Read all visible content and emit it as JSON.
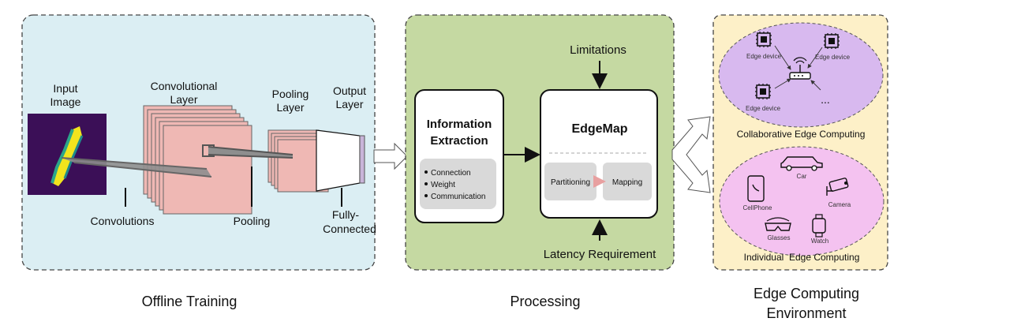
{
  "panels": {
    "offline": {
      "caption": "Offline Training",
      "input_label_1": "Input",
      "input_label_2": "Image",
      "conv_layer_1": "Convolutional",
      "conv_layer_2": "Layer",
      "pool_layer_1": "Pooling",
      "pool_layer_2": "Layer",
      "output_layer_1": "Output",
      "output_layer_2": "Layer",
      "convolutions": "Convolutions",
      "pooling": "Pooling",
      "fully_1": "Fully-",
      "fully_2": "Connected"
    },
    "processing": {
      "caption": "Processing",
      "limitations": "Limitations",
      "latency": "Latency Requirement",
      "info_title_1": "Information",
      "info_title_2": "Extraction",
      "info_items": [
        "Connection",
        "Weight",
        "Communication"
      ],
      "edgemap_title": "EdgeMap",
      "partitioning": "Partitioning",
      "mapping": "Mapping"
    },
    "edge": {
      "caption_1": "Edge Computing",
      "caption_2": "Environment",
      "collab_label": "Collaborative Edge Computing",
      "device_label": "Edge device",
      "ellipsis": "...",
      "individual_label": "Individual  Edge Computing",
      "car": "Car",
      "cellphone": "CellPhone",
      "camera": "Camera",
      "glasses": "Glasses",
      "watch": "Watch"
    }
  },
  "colors": {
    "offline_bg": "#dbeef3",
    "processing_bg": "#c5d9a2",
    "edge_bg": "#fdf0c8",
    "collab_ellipse": "#d8b9ef",
    "individual_ellipse": "#f4c2f0",
    "conv_fill": "#efb8b4"
  }
}
